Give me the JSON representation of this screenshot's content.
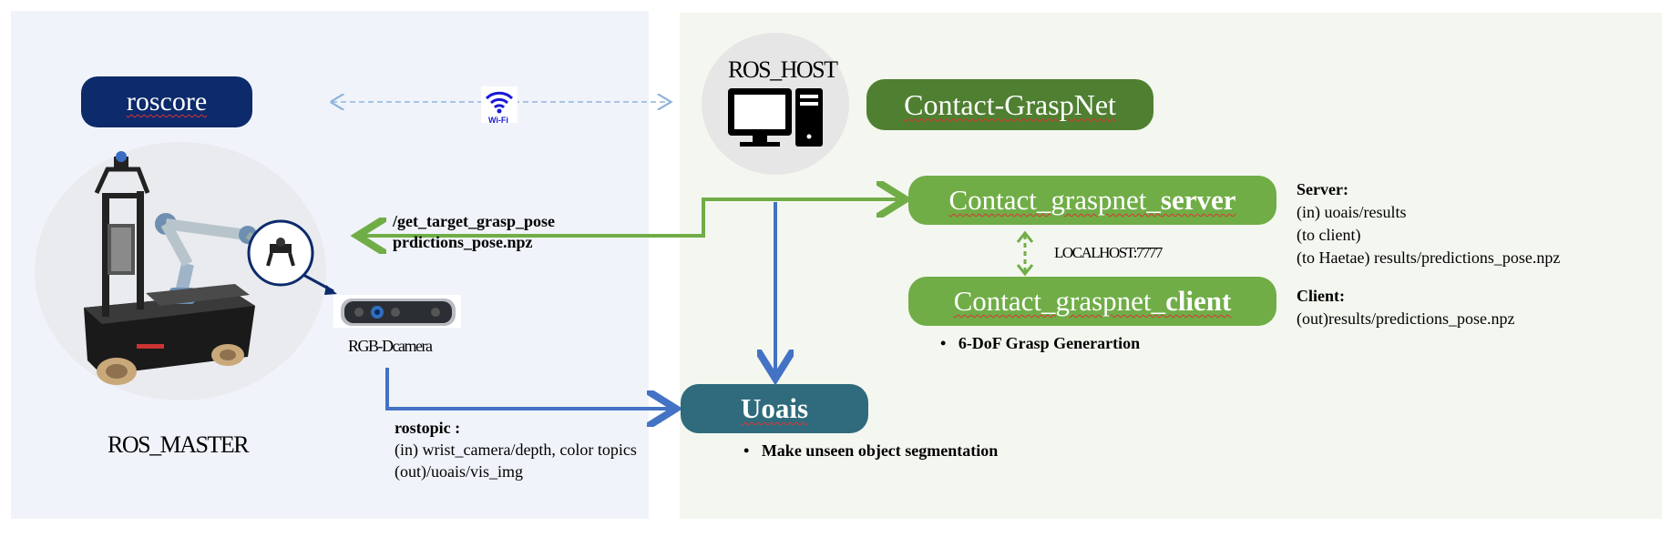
{
  "nodes": {
    "roscore": "roscore",
    "contact_graspnet": "Contact-GraspNet",
    "server_prefix": "Contact_graspnet_",
    "server_bold": "server",
    "client_prefix": "Contact_graspnet_",
    "client_bold": "client",
    "uoais": "Uoais"
  },
  "labels": {
    "ros_host": "ROS_HOST",
    "ros_master": "ROS_MASTER",
    "rgbd_camera": "RGB-Dcamera",
    "wifi": "Wi-Fi",
    "localhost": "LOCALHOST:7777"
  },
  "grasp_topic": {
    "line1": "/get_target_grasp_pose",
    "line2": "prdictions_pose.npz"
  },
  "rostopic": {
    "title": "rostopic :",
    "line1": "(in) wrist_camera/depth, color topics",
    "line2": "(out)/uoais/vis_img"
  },
  "server_info": {
    "title": "Server:",
    "line1": "(in) uoais/results",
    "line2": "(to client)",
    "line3": "(to Haetae) results/predictions_pose.npz"
  },
  "client_info": {
    "title": "Client:",
    "line1": "(out)results/predictions_pose.npz"
  },
  "bullets": {
    "grasp": "6-DoF Grasp Generartion",
    "segmentation": "Make unseen object segmentation"
  },
  "colors": {
    "green_arrow": "#70ad47",
    "blue_arrow": "#4472c4",
    "wifi_dashed": "#8fb4dc",
    "wifi_icon": "#1a1ad6"
  }
}
